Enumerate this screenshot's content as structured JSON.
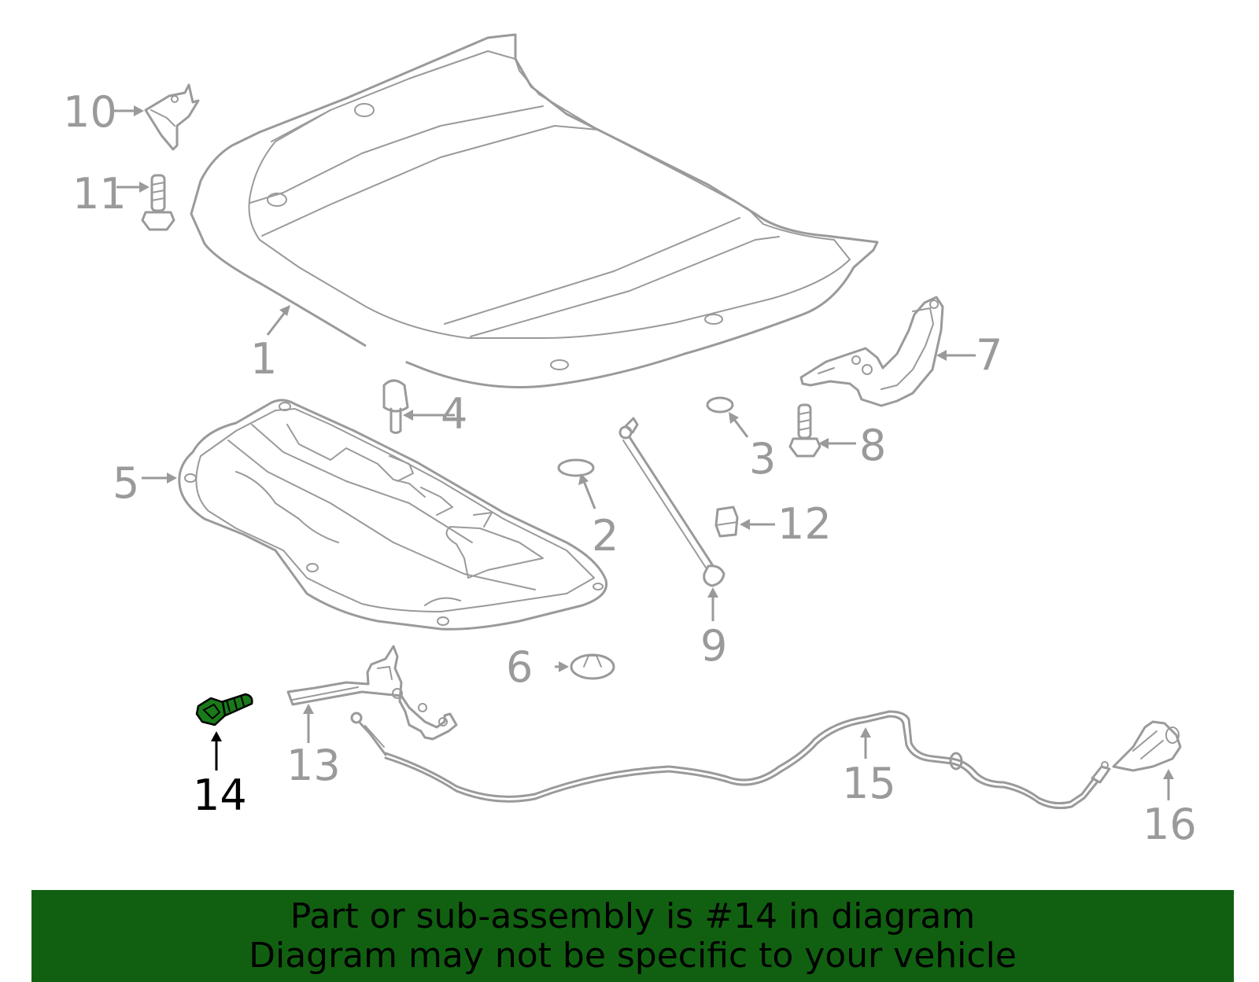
{
  "diagram": {
    "highlight_color": "#1a7a1a",
    "highlighted_part": "14",
    "callouts": [
      "1",
      "2",
      "3",
      "4",
      "5",
      "6",
      "7",
      "8",
      "9",
      "10",
      "11",
      "12",
      "13",
      "14",
      "15",
      "16"
    ]
  },
  "banner": {
    "background": "#116011",
    "line1": "Part or sub-assembly is #14 in diagram",
    "line2": "Diagram may not be specific to your vehicle"
  }
}
